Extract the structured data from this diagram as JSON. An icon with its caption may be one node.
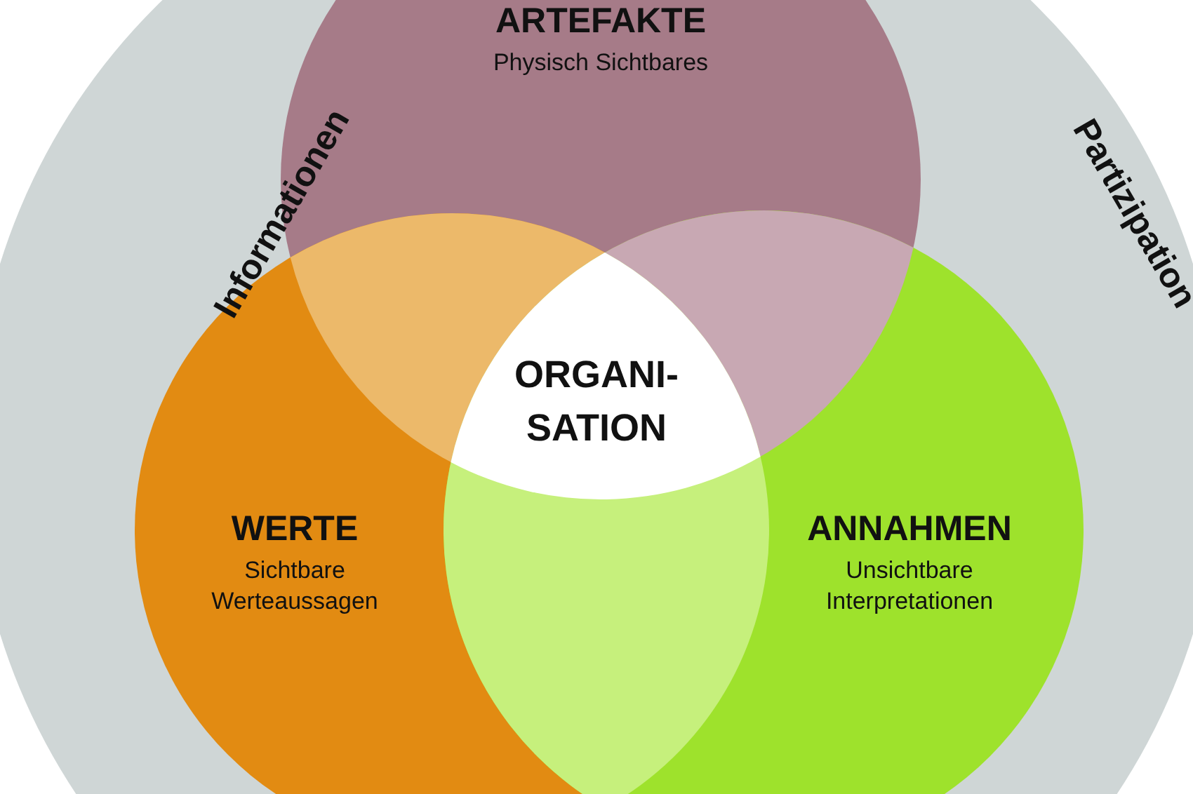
{
  "diagram": {
    "nodes": [
      {
        "text": [
          "Informationen",
          "Partizipation"
        ]
      },
      {
        "text": [
          "ARTEFAKTE",
          "Physisch Sichtbares"
        ],
        "in": 0
      },
      {
        "text": [
          "WERTE",
          "Sichtbare Werteaussagen"
        ],
        "in": 0
      },
      {
        "text": [
          "ANNAHMEN",
          "Unsichtbare Interpretationen"
        ],
        "in": 0
      },
      {
        "text": [
          "ORGANI- SATION"
        ]
      }
    ],
    "edges": []
  }
}
